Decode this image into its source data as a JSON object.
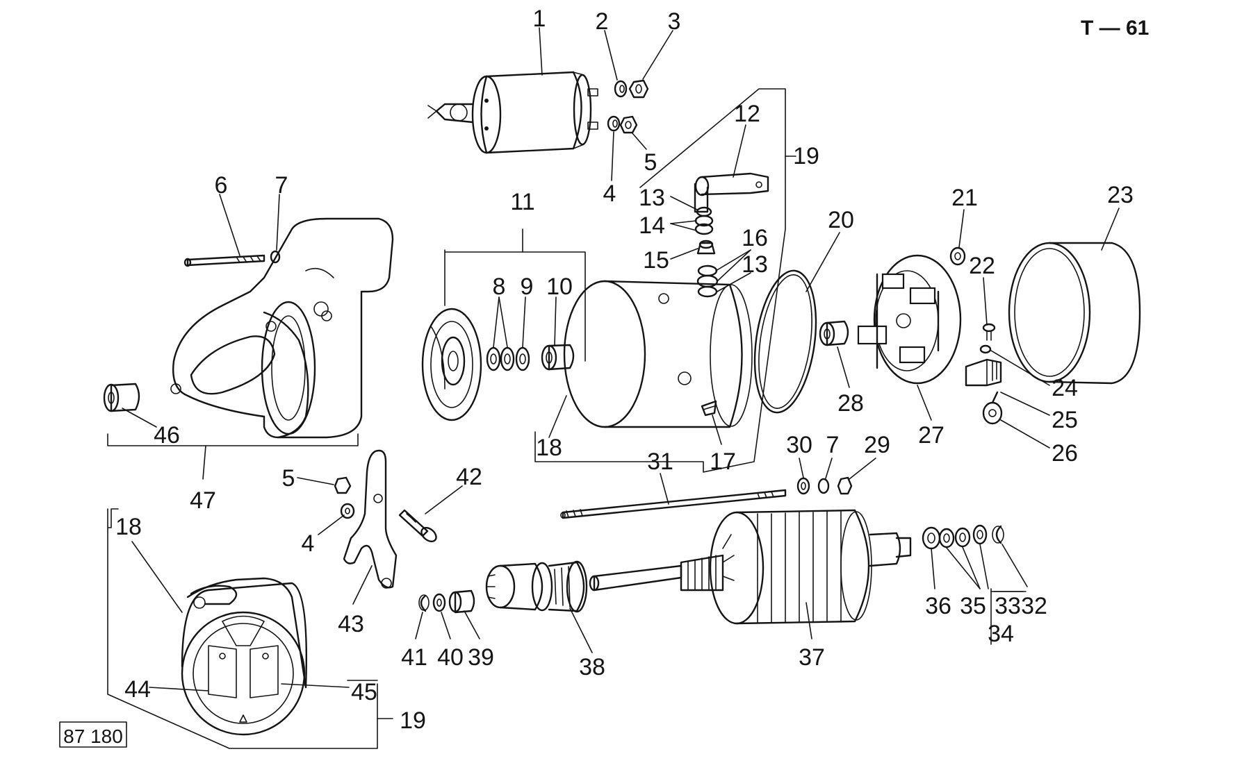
{
  "sheet_ref": "T — 61",
  "drawing_code": "87 180",
  "parts": [
    {
      "id": "n1",
      "text": "1"
    },
    {
      "id": "n2",
      "text": "2"
    },
    {
      "id": "n3",
      "text": "3"
    },
    {
      "id": "n4a",
      "text": "4"
    },
    {
      "id": "n5a",
      "text": "5"
    },
    {
      "id": "n6",
      "text": "6"
    },
    {
      "id": "n7a",
      "text": "7"
    },
    {
      "id": "n8",
      "text": "8"
    },
    {
      "id": "n9",
      "text": "9"
    },
    {
      "id": "n10",
      "text": "10"
    },
    {
      "id": "n11",
      "text": "11"
    },
    {
      "id": "n12",
      "text": "12"
    },
    {
      "id": "n13a",
      "text": "13"
    },
    {
      "id": "n13b",
      "text": "13"
    },
    {
      "id": "n14",
      "text": "14"
    },
    {
      "id": "n15",
      "text": "15"
    },
    {
      "id": "n16",
      "text": "16"
    },
    {
      "id": "n17",
      "text": "17"
    },
    {
      "id": "n18a",
      "text": "18"
    },
    {
      "id": "n18b",
      "text": "18"
    },
    {
      "id": "n19a",
      "text": "19"
    },
    {
      "id": "n19b",
      "text": "19"
    },
    {
      "id": "n20",
      "text": "20"
    },
    {
      "id": "n21",
      "text": "21"
    },
    {
      "id": "n22",
      "text": "22"
    },
    {
      "id": "n23",
      "text": "23"
    },
    {
      "id": "n24",
      "text": "24"
    },
    {
      "id": "n25",
      "text": "25"
    },
    {
      "id": "n26",
      "text": "26"
    },
    {
      "id": "n27",
      "text": "27"
    },
    {
      "id": "n28",
      "text": "28"
    },
    {
      "id": "n29",
      "text": "29"
    },
    {
      "id": "n30",
      "text": "30"
    },
    {
      "id": "n7b",
      "text": "7"
    },
    {
      "id": "n31",
      "text": "31"
    },
    {
      "id": "n32",
      "text": "32"
    },
    {
      "id": "n33",
      "text": "33"
    },
    {
      "id": "n34",
      "text": "34"
    },
    {
      "id": "n35",
      "text": "35"
    },
    {
      "id": "n36",
      "text": "36"
    },
    {
      "id": "n37",
      "text": "37"
    },
    {
      "id": "n38",
      "text": "38"
    },
    {
      "id": "n39",
      "text": "39"
    },
    {
      "id": "n40",
      "text": "40"
    },
    {
      "id": "n41",
      "text": "41"
    },
    {
      "id": "n42",
      "text": "42"
    },
    {
      "id": "n43",
      "text": "43"
    },
    {
      "id": "n4b",
      "text": "4"
    },
    {
      "id": "n5b",
      "text": "5"
    },
    {
      "id": "n44",
      "text": "44"
    },
    {
      "id": "n45",
      "text": "45"
    },
    {
      "id": "n46",
      "text": "46"
    },
    {
      "id": "n47",
      "text": "47"
    }
  ]
}
